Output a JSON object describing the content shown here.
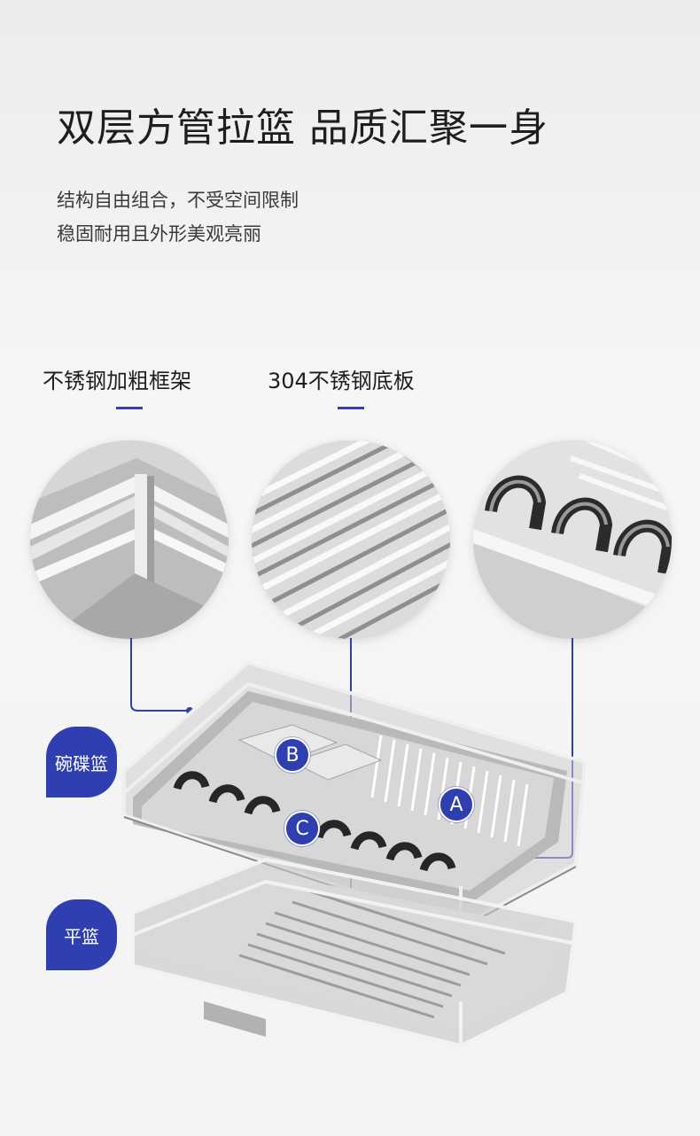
{
  "headline": "双层方管拉篮 品质汇聚一身",
  "subtitle_lines": [
    "结构自由组合，不受空间限制",
    "稳固耐用且外形美观亮丽"
  ],
  "features": [
    {
      "label": "不锈钢加粗框架"
    },
    {
      "label": "304不锈钢底板"
    }
  ],
  "tags": {
    "upper": "碗碟篮",
    "lower": "平篮"
  },
  "badges": {
    "a": "A",
    "b": "B",
    "c": "C"
  },
  "colors": {
    "accent": "#2f3fb0",
    "steel": "#c9c9c9",
    "background": "#f3f3f3"
  }
}
